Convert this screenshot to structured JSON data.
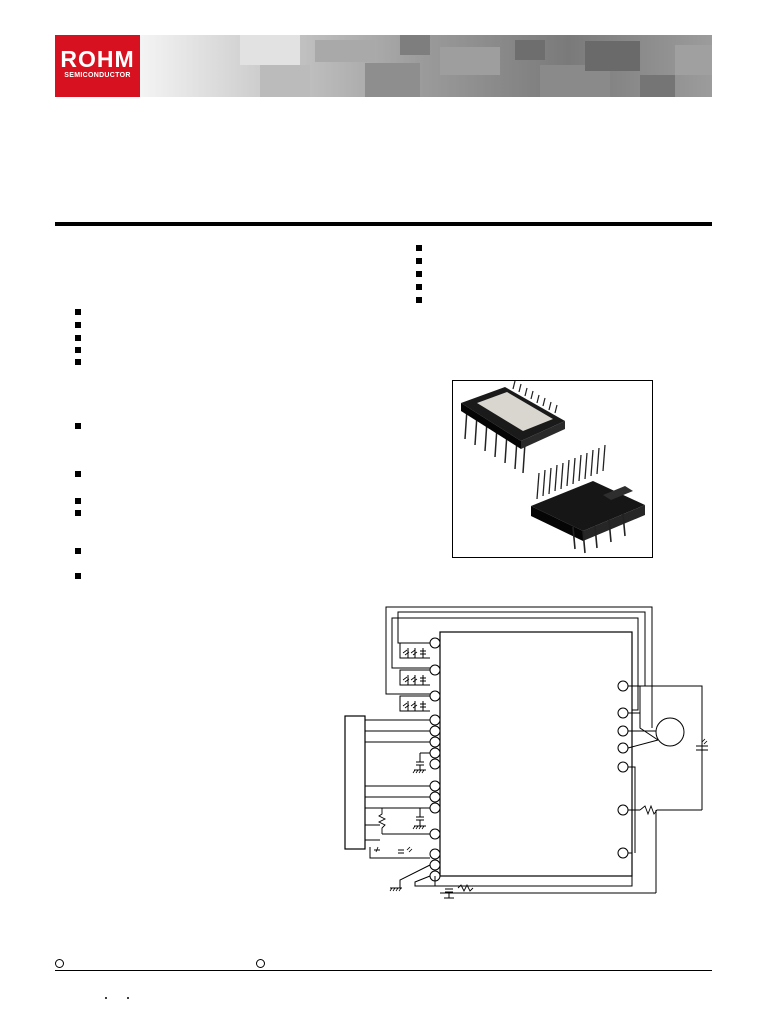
{
  "header": {
    "brand_name": "ROHM",
    "brand_tagline": "SEMICONDUCTOR",
    "brand_color": "#d7111f"
  },
  "icons": {
    "list_marker": "square-bullet-icon",
    "footer_marker": "circle-icon"
  },
  "figures": {
    "package_photo": "ipm-package-photo",
    "application_circuit": "application-circuit-schematic"
  }
}
